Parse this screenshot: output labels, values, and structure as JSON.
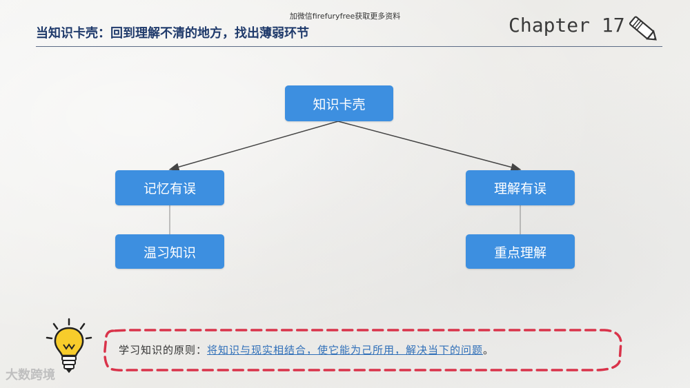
{
  "watermark": "加微信firefuryfree获取更多资料",
  "header": {
    "title": "当知识卡壳：回到理解不清的地方，找出薄弱环节",
    "chapter": "Chapter 17"
  },
  "diagram": {
    "root": "知识卡壳",
    "left_branch": "记忆有误",
    "left_leaf": "温习知识",
    "right_branch": "理解有误",
    "right_leaf": "重点理解"
  },
  "note": {
    "prefix": "学习知识的原则：",
    "highlight": "将知识与现实相结合，使它能为己所用，解决当下的问题",
    "suffix": "。"
  },
  "logo": "大数跨境",
  "icons": [
    "pencil-icon",
    "lightbulb-icon"
  ],
  "colors": {
    "node_fill": "#3d8fe0",
    "note_border": "#d9334a",
    "title_color": "#1f3a6b",
    "highlight_text": "#2f6fb8"
  }
}
